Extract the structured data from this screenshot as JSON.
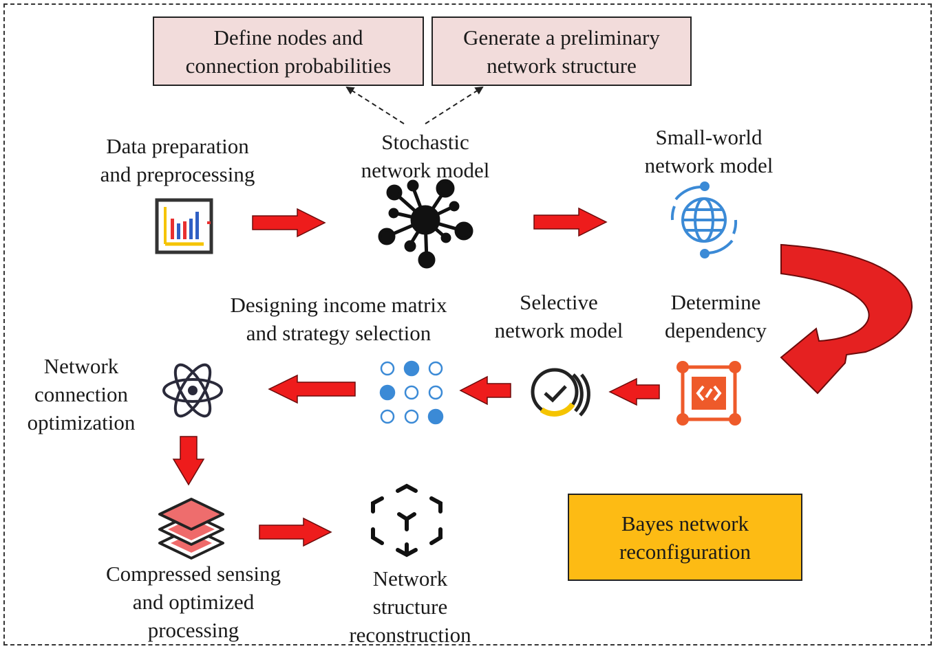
{
  "top_boxes": {
    "define_nodes": [
      "Define nodes and",
      "connection probabilities"
    ],
    "preliminary": [
      "Generate a preliminary",
      "network structure"
    ]
  },
  "steps": {
    "data_prep": [
      "Data preparation",
      "and preprocessing"
    ],
    "stochastic": [
      "Stochastic",
      "network model"
    ],
    "small_world": [
      "Small-world",
      "network model"
    ],
    "dependency": [
      "Determine",
      "dependency"
    ],
    "selective": [
      "Selective",
      "network model"
    ],
    "income_matrix": [
      "Designing income matrix",
      "and strategy selection"
    ],
    "connection_opt": [
      "Network",
      "connection",
      "optimization"
    ],
    "compressed": [
      "Compressed sensing",
      "and optimized",
      "processing"
    ],
    "reconstruction": [
      "Network",
      "structure",
      "reconstruction"
    ]
  },
  "bayes_box": [
    "Bayes network",
    "reconfiguration"
  ],
  "icons": [
    "chart-icon",
    "hub-network-icon",
    "globe-icon",
    "dependency-icon",
    "check-circle-icon",
    "dot-grid-icon",
    "atom-icon",
    "layers-icon",
    "cube-icon"
  ],
  "colors": {
    "arrow_red": "#ee1c1c",
    "box_pink": "#f2dcdb",
    "box_gold": "#fdbb14",
    "icon_blue": "#3b8ad6",
    "icon_orange": "#ee5a2a",
    "icon_yellow": "#f5c400"
  }
}
